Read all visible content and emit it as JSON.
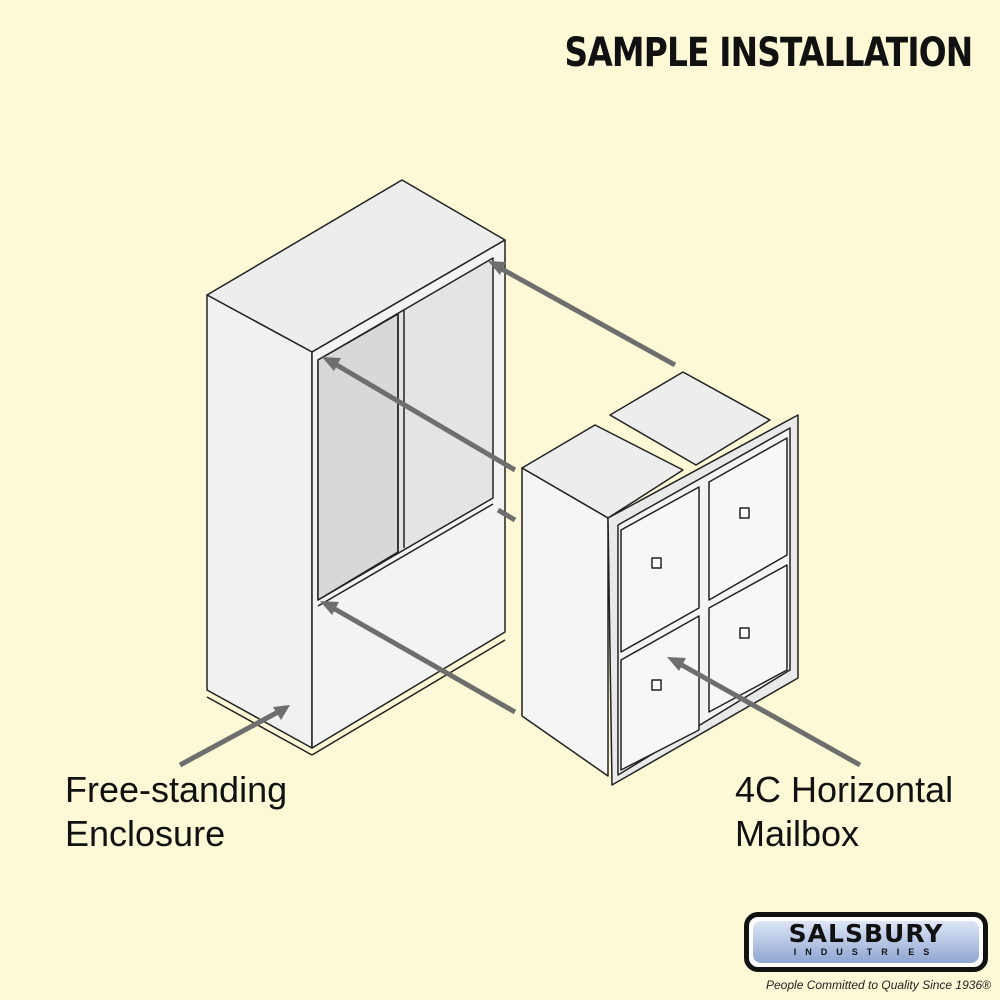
{
  "title": "SAMPLE INSTALLATION",
  "labels": {
    "enclosure_line1": "Free-standing",
    "enclosure_line2": "Enclosure",
    "mailbox_line1": "4C Horizontal",
    "mailbox_line2": "Mailbox"
  },
  "logo": {
    "name": "SALSBURY",
    "sub": "INDUSTRIES",
    "tagline": "People Committed to Quality Since 1936®"
  },
  "colors": {
    "background": "#fdf8d6",
    "arrow": "#6e6e6e"
  }
}
